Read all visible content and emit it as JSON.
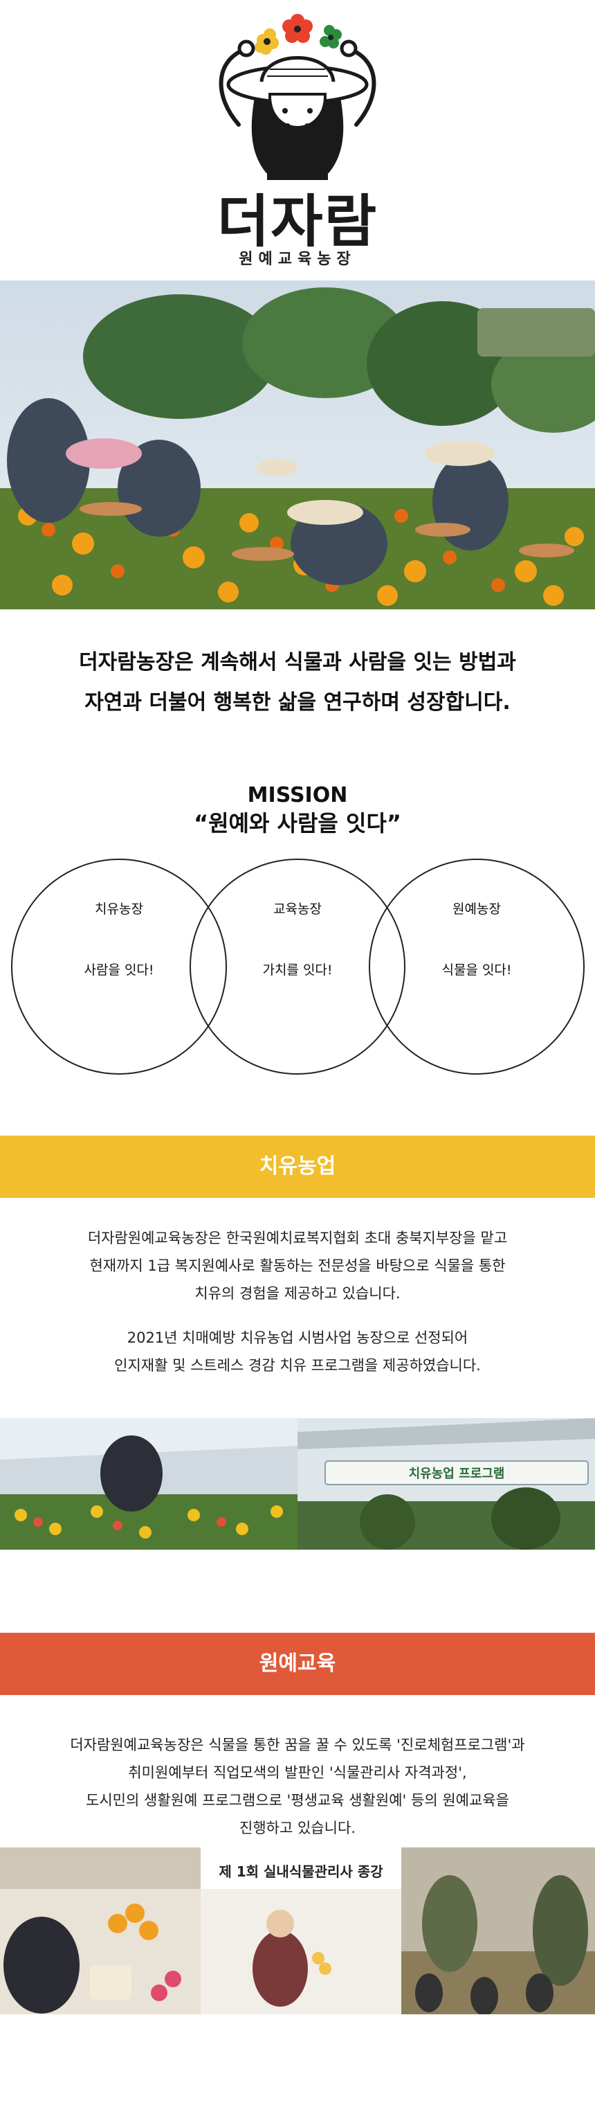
{
  "brand": {
    "name": "더자람",
    "subtitle": "원예교육농장",
    "colors": {
      "flower_yellow": "#F2BE2E",
      "flower_red": "#E8412D",
      "flower_green": "#2E8B3E"
    }
  },
  "intro": {
    "line1": "더자람농장은 계속해서 식물과 사람을 잇는 방법과",
    "line2": "자연과 더불어 행복한 삶을 연구하며 성장합니다."
  },
  "mission": {
    "title": "MISSION",
    "slogan": "“원예와 사람을 잇다”",
    "circles": [
      {
        "label": "치유농장",
        "text": "사람을 잇다!"
      },
      {
        "label": "교육농장",
        "text": "가치를 잇다!"
      },
      {
        "label": "원예농장",
        "text": "식물을 잇다!"
      }
    ]
  },
  "healing": {
    "heading": "치유농업",
    "color": "#F2BE2E",
    "p1": [
      "더자람원예교육농장은 한국원예치료복지협회 초대 충북지부장을 맡고",
      "현재까지 1급 복지원예사로 활동하는 전문성을 바탕으로 식물을 통한",
      "치유의 경험을 제공하고 있습니다."
    ],
    "p2": [
      "2021년 치매예방 치유농업 시범사업 농장으로 선정되어",
      "인지재활 및 스트레스 경감 치유 프로그램을 제공하였습니다."
    ],
    "photo_banner": "치유농업 프로그램"
  },
  "education": {
    "heading": "원예교육",
    "color": "#E05A39",
    "lines": [
      "더자람원예교육농장은 식물을 통한 꿈을 꿀 수 있도록 '진로체험프로그램'과",
      "취미원예부터 직업모색의 발판인 '식물관리사 자격과정',",
      "도시민의 생활원예 프로그램으로 '평생교육 생활원예' 등의 원예교육을",
      "진행하고 있습니다."
    ],
    "photo_banner": "제 1회 실내식물관리사 종강"
  }
}
